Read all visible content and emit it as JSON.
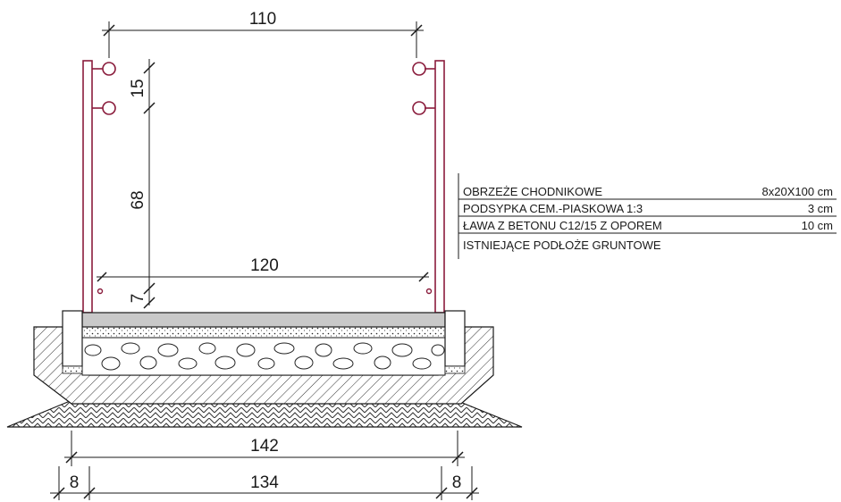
{
  "dimensions": {
    "top_width": "110",
    "rail_spacing": "15",
    "post_height": "68",
    "inner_width": "120",
    "curb_height": "7",
    "base_width": "142",
    "edge_left": "8",
    "center_width": "134",
    "edge_right": "8"
  },
  "legend": {
    "rows": [
      {
        "label": "OBRZEŻE CHODNIKOWE",
        "value": "8x20X100 cm"
      },
      {
        "label": "PODSYPKA CEM.-PIASKOWA 1:3",
        "value": "3 cm"
      },
      {
        "label": "ŁAWA Z BETONU C12/15 Z OPOREM",
        "value": "10 cm"
      },
      {
        "label": "ISTNIEJĄCE PODŁOŻE GRUNTOWE",
        "value": ""
      }
    ]
  },
  "colors": {
    "line": "#1a1a1a",
    "railing": "#8a1c3c",
    "paving": "#c9c9c9"
  }
}
